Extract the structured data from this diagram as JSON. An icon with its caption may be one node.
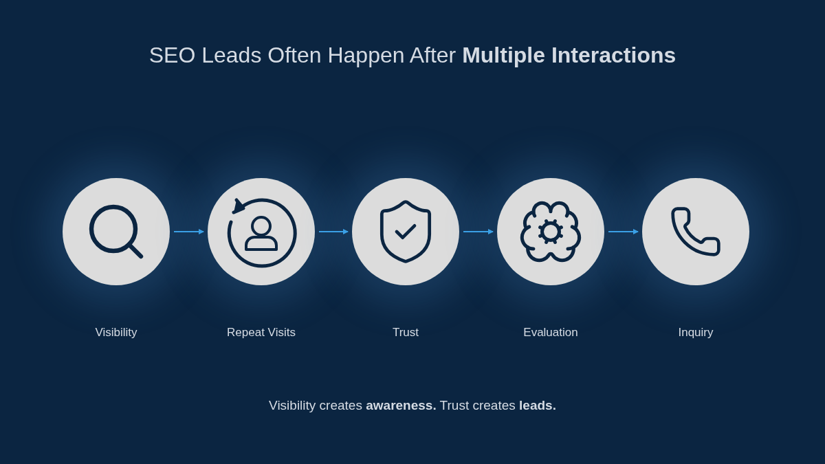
{
  "diagram": {
    "title": "SEO Leads Often Happen After **Multiple Interactions**",
    "nodes": [
      {
        "text": [
          "Visibility"
        ]
      },
      {
        "text": [
          "Repeat Visits"
        ]
      },
      {
        "text": [
          "Trust"
        ]
      },
      {
        "text": [
          "Evaluation"
        ]
      },
      {
        "text": [
          "Inquiry"
        ]
      }
    ],
    "edges": [
      {
        "from": 0,
        "to": 1,
        "arrow": "to"
      },
      {
        "from": 1,
        "to": 2,
        "arrow": "to"
      },
      {
        "from": 2,
        "to": 3,
        "arrow": "to"
      },
      {
        "from": 3,
        "to": 4,
        "arrow": "to"
      }
    ],
    "caption": "Visibility creates **awareness.** Trust creates **leads.**"
  }
}
